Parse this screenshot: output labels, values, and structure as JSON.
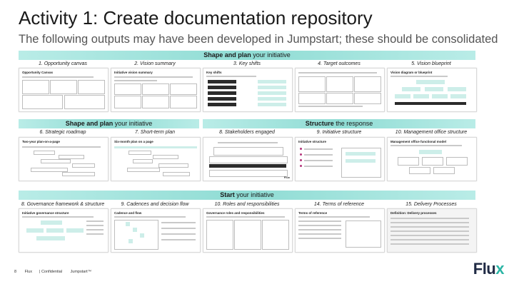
{
  "title": "Activity 1: Create documentation repository",
  "subtitle": "The following outputs may have been developed in Jumpstart; these should be consolidated",
  "bands": [
    {
      "bold": "Shape and plan",
      "rest": " your initiative"
    },
    {
      "bold": "Shape and plan",
      "rest": " your initiative"
    },
    {
      "bold": "Structure",
      "rest": " the response"
    },
    {
      "bold": "Start",
      "rest": " your initiative"
    }
  ],
  "items": [
    {
      "caption": "1. Opportunity canvas",
      "thumb_title": "Opportunity Canvas"
    },
    {
      "caption": "2. Vision summary",
      "thumb_title": "Initiative vision summary"
    },
    {
      "caption": "3. Key shifts",
      "thumb_title": "Key shifts"
    },
    {
      "caption": "4. Target outcomes",
      "thumb_title": ""
    },
    {
      "caption": "5. Vision blueprint",
      "thumb_title": "Vision diagram or blueprint"
    },
    {
      "caption": "6. Strategic roadmap",
      "thumb_title": "Two-year plan-on-a-page"
    },
    {
      "caption": "7. Short-term plan",
      "thumb_title": "Six-month plan on a page"
    },
    {
      "caption": "8. Stakeholders engaged",
      "thumb_title": ""
    },
    {
      "caption": "9. Initiative structure",
      "thumb_title": "Initiative structure"
    },
    {
      "caption": "10. Management office structure",
      "thumb_title": "Management office functional model"
    },
    {
      "caption": "8. Governance framework & structure",
      "thumb_title": "Initiative governance structure"
    },
    {
      "caption": "9. Cadences and decision flow",
      "thumb_title": "Cadence and flow"
    },
    {
      "caption": "10. Roles and responsibilities",
      "thumb_title": "Governance roles and responsibilities"
    },
    {
      "caption": "14. Terms of reference",
      "thumb_title": "Terms of reference"
    },
    {
      "caption": "15. Delivery Processes",
      "thumb_title": "Definition: Delivery processes"
    }
  ],
  "footer": {
    "page": "8",
    "brand": "Flux",
    "classification": "Confidential",
    "product": "Jumpstart™"
  },
  "logo": {
    "text": "Flu",
    "accent": "x"
  },
  "colors": {
    "band": "#8fdcd4",
    "accent": "#2bb5a5",
    "brand_dark": "#1f2a44"
  }
}
